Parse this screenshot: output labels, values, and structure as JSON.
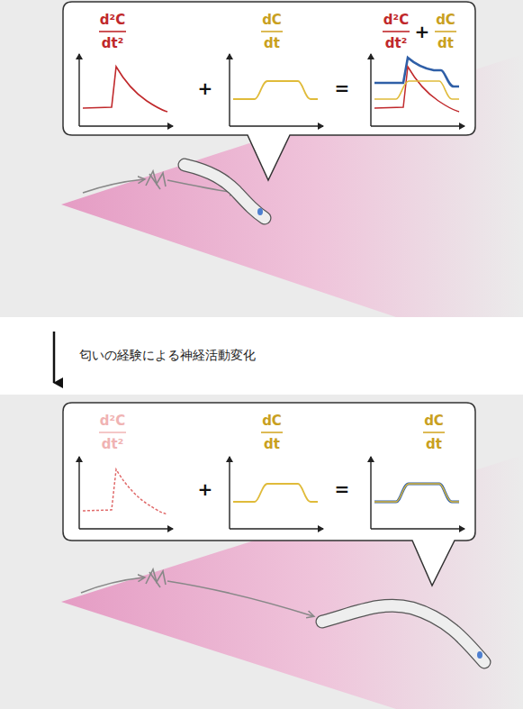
{
  "diagram": {
    "nodes": [
      {
        "text": [
          "d²C",
          "dt²",
          "+",
          "dC",
          "dt",
          "=",
          "d²C",
          "dt²",
          "+",
          "dC",
          "dt"
        ]
      },
      {
        "text": [
          "d²C",
          "dt²",
          "+",
          "dC",
          "dt",
          "=",
          "dC",
          "dt"
        ]
      }
    ],
    "labels": [
      "匂いの経験による神経活動変化"
    ]
  }
}
